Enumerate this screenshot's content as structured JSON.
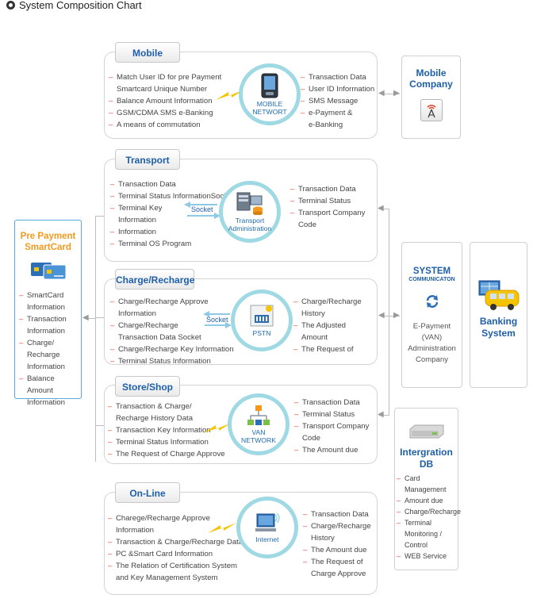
{
  "page_title": "System Composition Chart",
  "sections": {
    "mobile": {
      "tab": "Mobile",
      "hub_label": [
        "MOBILE",
        "NETWORT"
      ],
      "left": [
        "Match User ID for pre Payment",
        "Smartcard Unique Number",
        "Balance Amount Information",
        "GSM/CDMA SMS e-Banking",
        "A means of commutation"
      ],
      "right": [
        "Transaction Data",
        "User ID Information",
        "SMS Message",
        "e-Payment &",
        "e-Banking"
      ]
    },
    "transport": {
      "tab": "Transport",
      "hub_label": [
        "Transport",
        "Administration"
      ],
      "socket": "Socket",
      "left": [
        "Transaction Data",
        "Terminal Status InformationSocket",
        "Terminal Key",
        "Information",
        "Information",
        "Terminal OS Program"
      ],
      "right": [
        "Transaction Data",
        "Terminal Status",
        "Transport Company",
        "Code"
      ]
    },
    "charge": {
      "tab": "Charge/Recharge",
      "hub_label": [
        "PSTN"
      ],
      "socket": "Socket",
      "left": [
        "Charge/Recharge Approve",
        "Information",
        "Charge/Recharge",
        "Transaction Data   Socket",
        "Charge/Recharge Key Information",
        "Terminal Status Information"
      ],
      "right": [
        "Charge/Recharge",
        "History",
        "The Adjusted",
        "Amount",
        "The Request of"
      ]
    },
    "store": {
      "tab": "Store/Shop",
      "hub_label": [
        "VAN",
        "NETWORK"
      ],
      "left": [
        "Transaction & Charge/",
        "Recharge History Data",
        "Transaction Key Information",
        "Terminal Status Information",
        "The Request of Charge Approve"
      ],
      "right": [
        "Transaction Data",
        "Terminal Status",
        "Transport Company",
        "Code",
        " The Amount due"
      ]
    },
    "online": {
      "tab": "On-Line",
      "hub_label": [
        "Internet"
      ],
      "left": [
        "Charege/Recharge Approve",
        "Information",
        "Transaction & Charge/Recharge Data",
        "PC &Smart Card Information",
        "The Relation of Certification System",
        "and Key Management System"
      ],
      "right": [
        "Transaction Data",
        "Charge/Recharge",
        "History",
        "The Amount due",
        "The Request of",
        "Charge  Approve"
      ]
    }
  },
  "prepayment": {
    "title": [
      "Pre Payment",
      "SmartCard"
    ],
    "items": [
      "SmartCard",
      "Information",
      "Transaction",
      "Information",
      "Charge/",
      "Recharge",
      "Information",
      "Balance",
      "Amount",
      "Information"
    ]
  },
  "mobile_company": {
    "title": [
      "Mobile",
      "Company"
    ]
  },
  "system_comm": {
    "title": "SYSTEM",
    "subtitle": "COMMUNICATON",
    "desc": [
      "E-Payment",
      "(VAN)",
      "Administration",
      "Company"
    ]
  },
  "banking": {
    "title": [
      "Banking",
      "System"
    ]
  },
  "integration_db": {
    "title": [
      "Intergration",
      "DB"
    ],
    "items": [
      "Card",
      "Management",
      "Amount due",
      "Charge/Recharge",
      "Terminal",
      "Monitoring /",
      "Control",
      "WEB Service"
    ]
  },
  "colors": {
    "accent_blue": "#1e5fa8",
    "orange": "#f39a1e",
    "bullet_red": "#e0432a",
    "hub_ring": "#9fd9e3",
    "bolt_yellow": "#f5c400"
  }
}
